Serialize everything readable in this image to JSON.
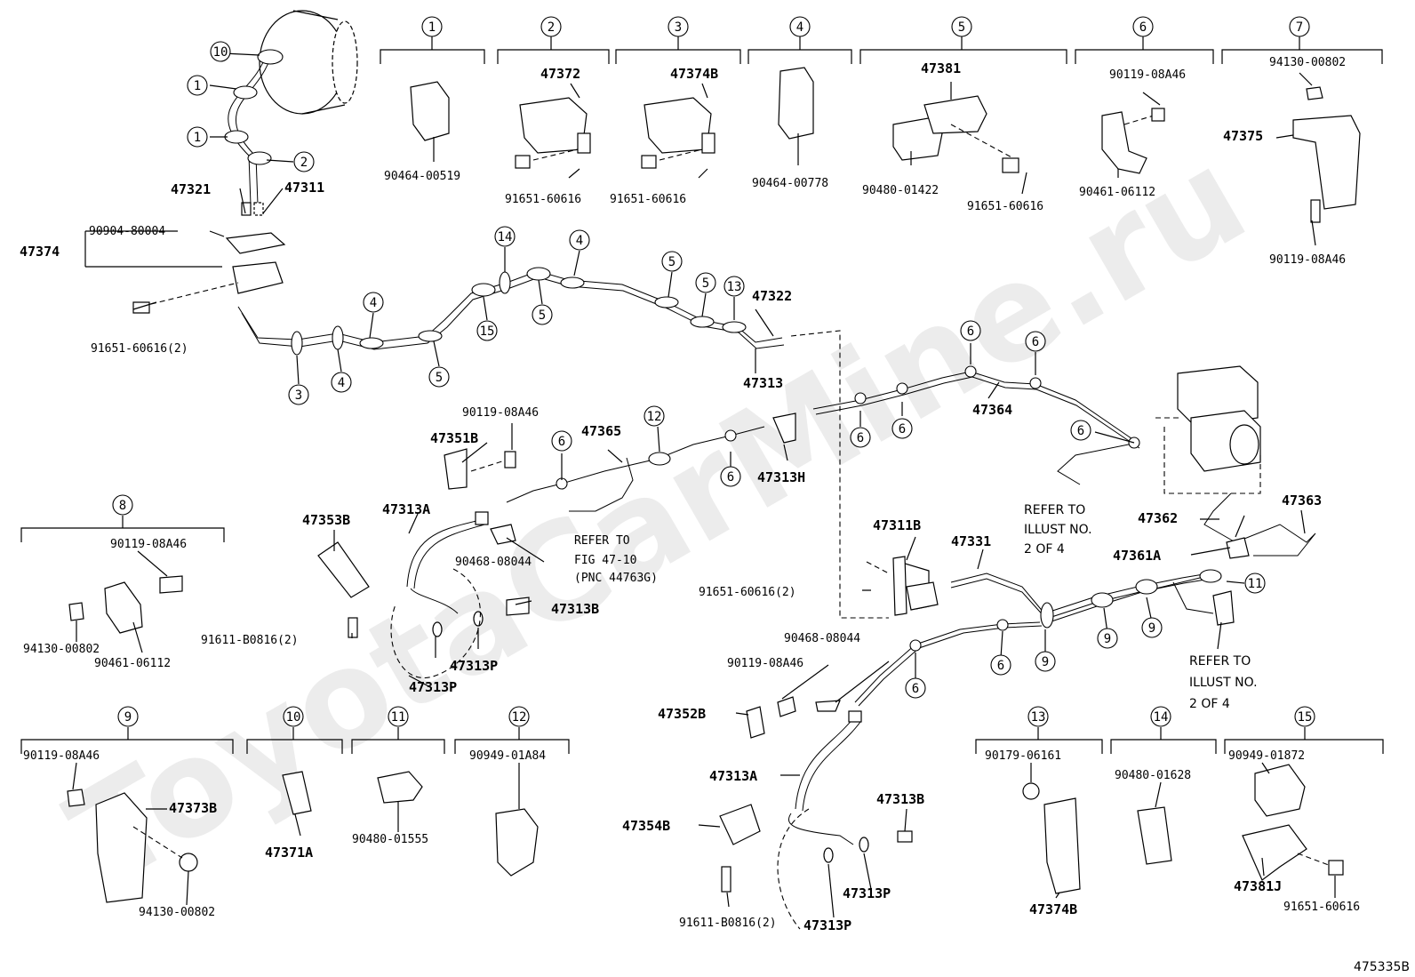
{
  "watermark": "ToyotaCarMine.ru",
  "figure_code": "475335B",
  "callouts": {
    "c1": "1",
    "c2": "2",
    "c3": "3",
    "c4": "4",
    "c5": "5",
    "c6": "6",
    "c7": "7",
    "c8": "8",
    "c9": "9",
    "c10": "10",
    "c11": "11",
    "c12": "12",
    "c13": "13",
    "c14": "14",
    "c15": "15"
  },
  "parts": {
    "p47321": "47321",
    "p47311": "47311",
    "p47374": "47374",
    "p90904_80004": "90904-80004",
    "p91651_60616_2": "91651-60616(2)",
    "p47322": "47322",
    "p47313": "47313",
    "p47364": "47364",
    "p47365": "47365",
    "p47351B": "47351B",
    "p90119_08A46": "90119-08A46",
    "p47313H": "47313H",
    "p47353B": "47353B",
    "p47313A": "47313A",
    "p90468_08044": "90468-08044",
    "p47313B": "47313B",
    "p47313P": "47313P",
    "p91611_B0816_2": "91611-B0816(2)",
    "p47311B": "47311B",
    "p47331": "47331",
    "p47362": "47362",
    "p47363": "47363",
    "p47361A": "47361A",
    "p47352B": "47352B",
    "p47354B": "47354B",
    "p90464_00519": "90464-00519",
    "p47372": "47372",
    "p91651_60616": "91651-60616",
    "p47374B": "47374B",
    "p90464_00778": "90464-00778",
    "p47381": "47381",
    "p90480_01422": "90480-01422",
    "p90461_06112": "90461-06112",
    "p94130_00802": "94130-00802",
    "p47375": "47375",
    "p47373B": "47373B",
    "p47371A": "47371A",
    "p90480_01555": "90480-01555",
    "p90949_01A84": "90949-01A84",
    "p90179_06161": "90179-06161",
    "p90480_01628": "90480-01628",
    "p90949_01872": "90949-01872",
    "p47381J": "47381J"
  },
  "notes": {
    "refer_fig_1": "REFER TO",
    "refer_fig_2": "FIG 47-10",
    "refer_fig_3": "(PNC 44763G)",
    "refer_illust_1": "REFER TO",
    "refer_illust_2": "ILLUST NO.",
    "refer_illust_3": "2 OF 4"
  }
}
